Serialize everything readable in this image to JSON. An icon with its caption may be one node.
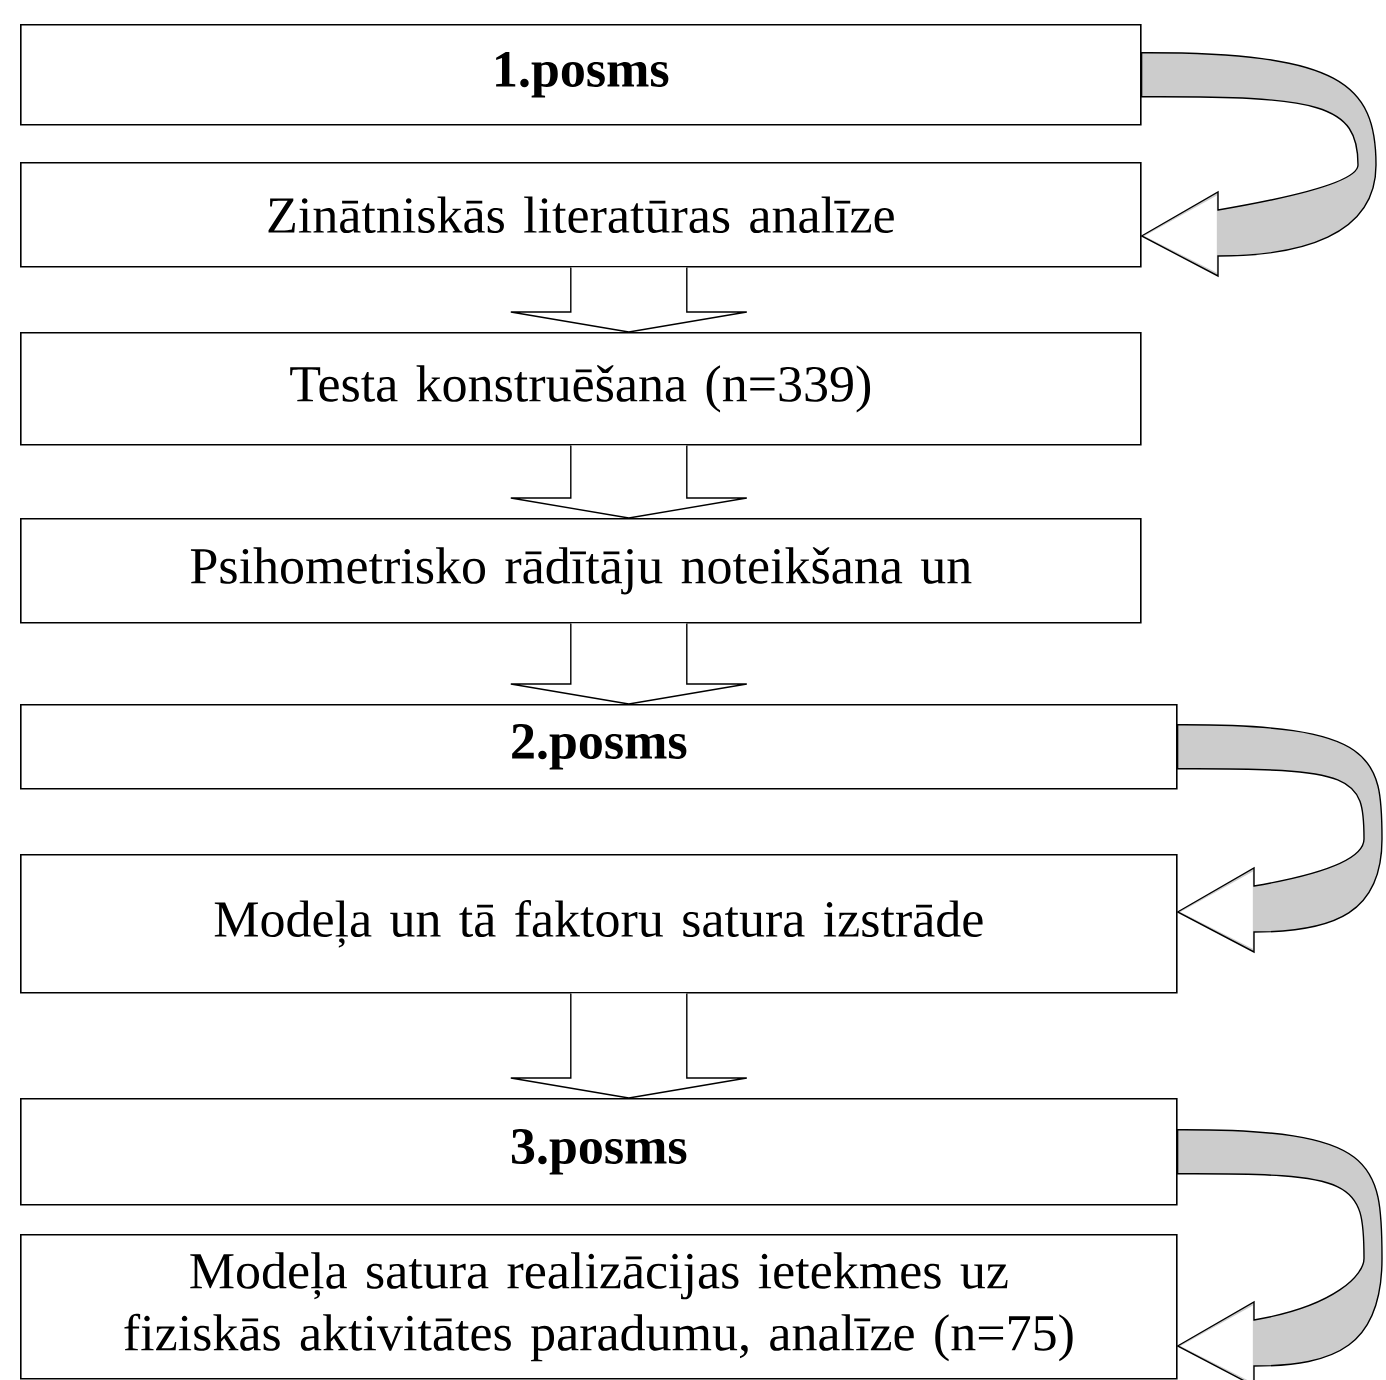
{
  "diagram": {
    "nodes": [
      {
        "text": [
          "1.posms"
        ]
      },
      {
        "text": [
          "Zinātniskās literatūras analīze"
        ]
      },
      {
        "text": [
          "Testa konstruēšana (n=339)"
        ]
      },
      {
        "text": [
          "Psihometrisko rādītāju noteikšana un"
        ]
      },
      {
        "text": [
          "2.posms"
        ]
      },
      {
        "text": [
          "Modeļa un tā faktoru satura izstrāde"
        ]
      },
      {
        "text": [
          "3.posms"
        ]
      },
      {
        "text": [
          "Modeļa satura realizācijas ietekmes uz fiziskās aktivitātes paradumu, analīze (n=75)"
        ]
      }
    ],
    "edges": [
      {
        "from": 0,
        "to": 1,
        "arrow": "to"
      },
      {
        "from": 1,
        "to": 2,
        "arrow": "to"
      },
      {
        "from": 2,
        "to": 3,
        "arrow": "to"
      },
      {
        "from": 3,
        "to": 4,
        "arrow": "to"
      },
      {
        "from": 4,
        "to": 5,
        "arrow": "to"
      },
      {
        "from": 5,
        "to": 6,
        "arrow": "to"
      },
      {
        "from": 6,
        "to": 7,
        "arrow": "to"
      }
    ]
  }
}
